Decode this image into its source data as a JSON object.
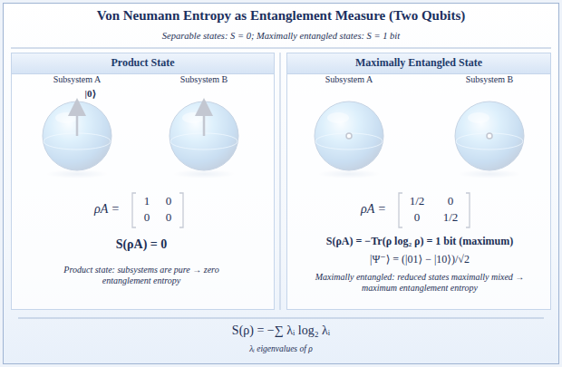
{
  "diagram": {
    "title": "Von Neumann Entropy as Entanglement Measure (Two Qubits)",
    "nodes": [
      {
        "text": [
          "Product State"
        ]
      },
      {
        "text": [
          "Maximally Entangled State"
        ]
      }
    ],
    "labels": [
      "Separable states: S = 0; Maximally entangled states: S = 1 bit",
      "Subsystem A",
      "Subsystem B",
      "|0⟩",
      "ρA =",
      "1",
      "0",
      "0",
      "0",
      "S(ρA) = 0",
      "Product state: subsystems are pure → zero entanglement entropy",
      "Subsystem A",
      "Subsystem B",
      "ρA =",
      "1/2",
      "0",
      "0",
      "1/2",
      "S(ρA) = −Tr(ρ log₂ ρ) = 1 bit (maximum)",
      "|Ψ⁻⟩ = (|01⟩ − |10⟩)/√2",
      "Maximally entangled: reduced states maximally mixed → maximum entanglement entropy",
      "S(ρ) = −∑ λᵢ log₂ λᵢ",
      "λᵢ eigenvalues of ρ"
    ]
  }
}
